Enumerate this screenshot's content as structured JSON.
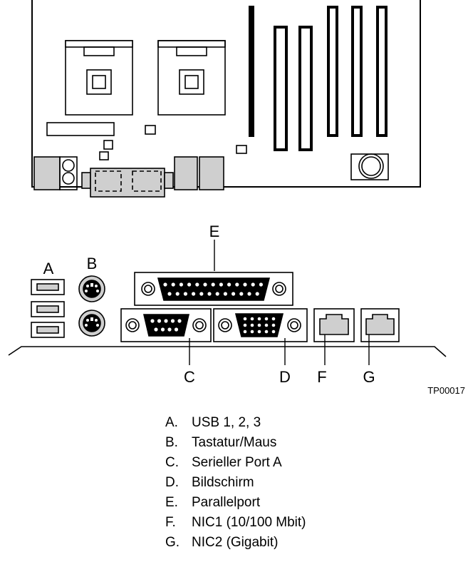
{
  "callouts": {
    "a": "A",
    "b": "B",
    "c": "C",
    "d": "D",
    "e": "E",
    "f": "F",
    "g": "G"
  },
  "figure_id": "TP00017",
  "legend": [
    {
      "key": "A.",
      "text": "USB 1, 2, 3"
    },
    {
      "key": "B.",
      "text": "Tastatur/Maus"
    },
    {
      "key": "C.",
      "text": "Serieller Port A"
    },
    {
      "key": "D.",
      "text": "Bildschirm"
    },
    {
      "key": "E.",
      "text": "Parallelport"
    },
    {
      "key": "F.",
      "text": "NIC1 (10/100 Mbit)"
    },
    {
      "key": "G.",
      "text": "NIC2 (Gigabit)"
    }
  ]
}
